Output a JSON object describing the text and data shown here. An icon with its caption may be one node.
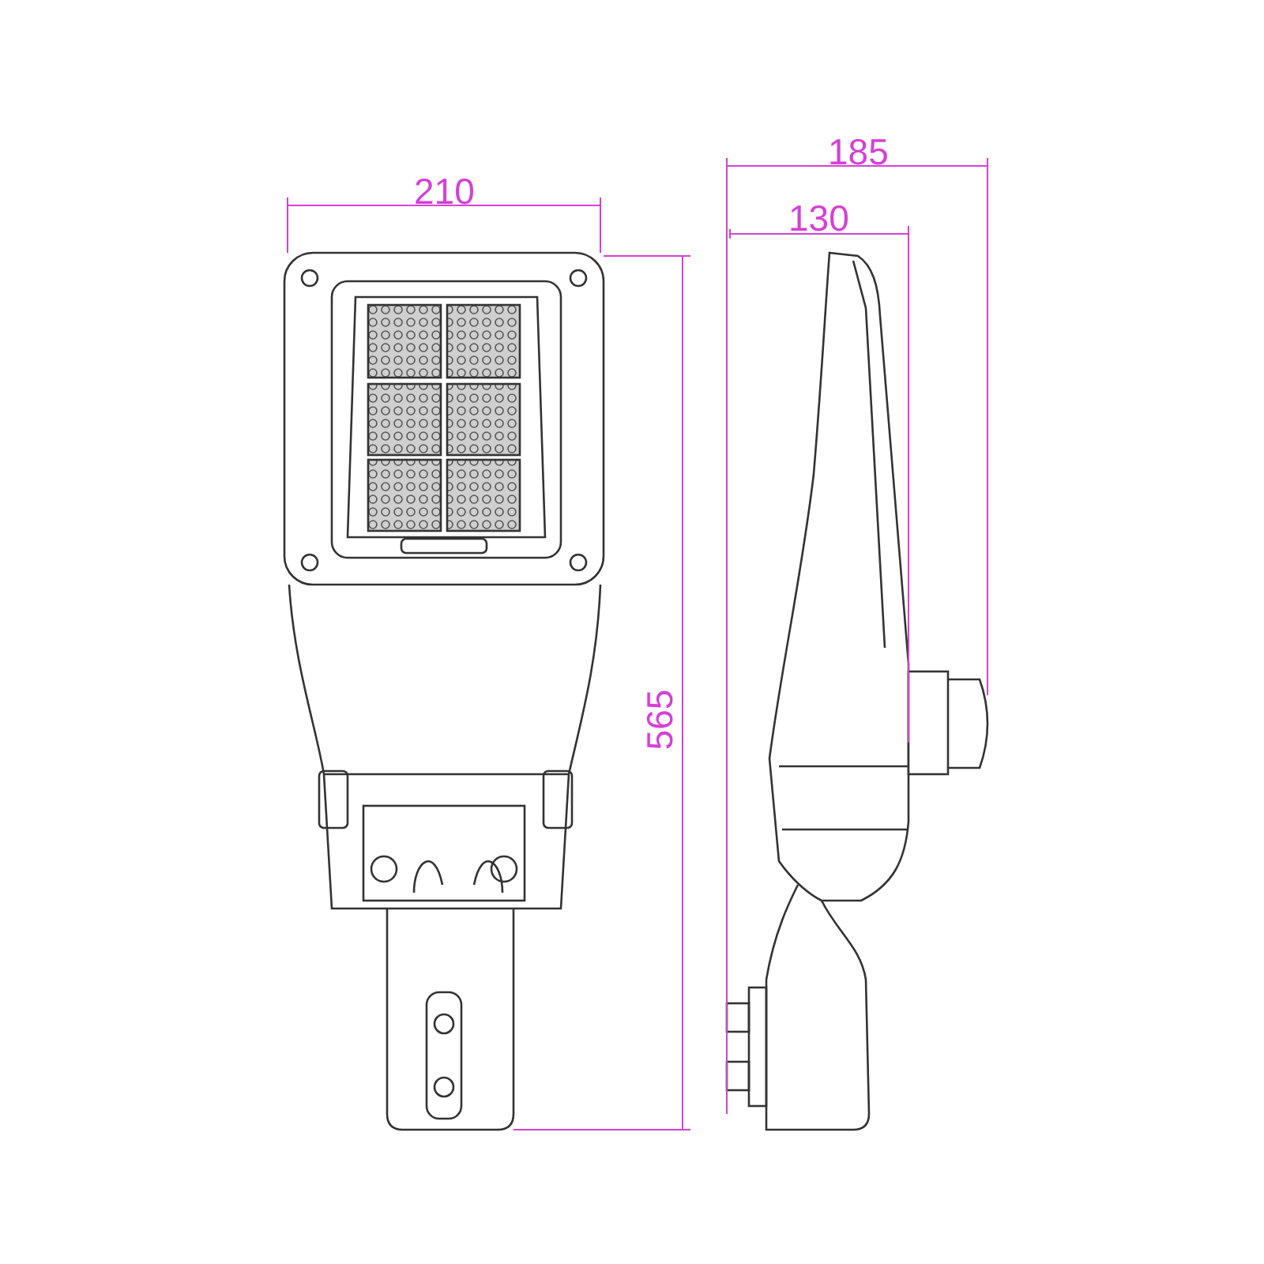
{
  "diagram": {
    "labels": [
      "185",
      "210",
      "130",
      "565"
    ]
  }
}
